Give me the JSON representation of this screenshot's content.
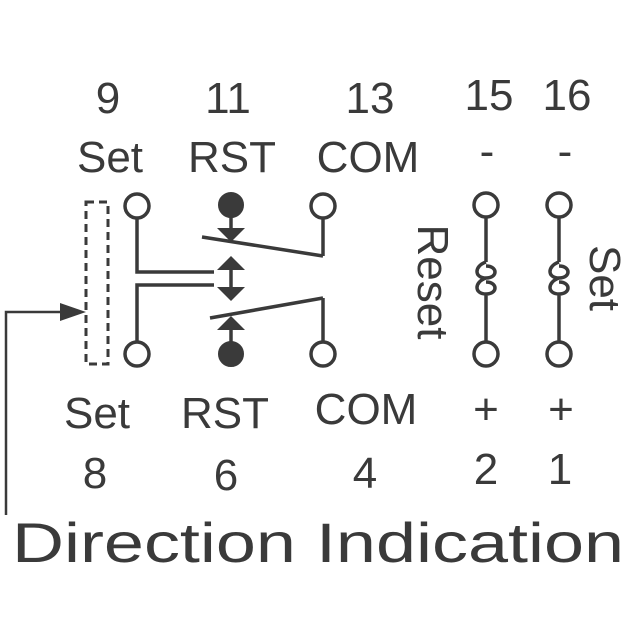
{
  "top_pins": [
    {
      "number": "9",
      "label": "Set"
    },
    {
      "number": "11",
      "label": "RST"
    },
    {
      "number": "13",
      "label": "COM"
    },
    {
      "number": "15",
      "label": "-"
    },
    {
      "number": "16",
      "label": "-"
    }
  ],
  "bottom_pins": [
    {
      "number": "8",
      "label": "Set"
    },
    {
      "number": "6",
      "label": "RST"
    },
    {
      "number": "4",
      "label": "COM"
    },
    {
      "number": "2",
      "label": "+"
    },
    {
      "number": "1",
      "label": "+"
    }
  ],
  "coils": {
    "reset_label": "Reset",
    "set_label": "Set"
  },
  "caption": "Direction Indication",
  "colors": {
    "ink": "#3a3a3a",
    "background": "#ffffff"
  }
}
